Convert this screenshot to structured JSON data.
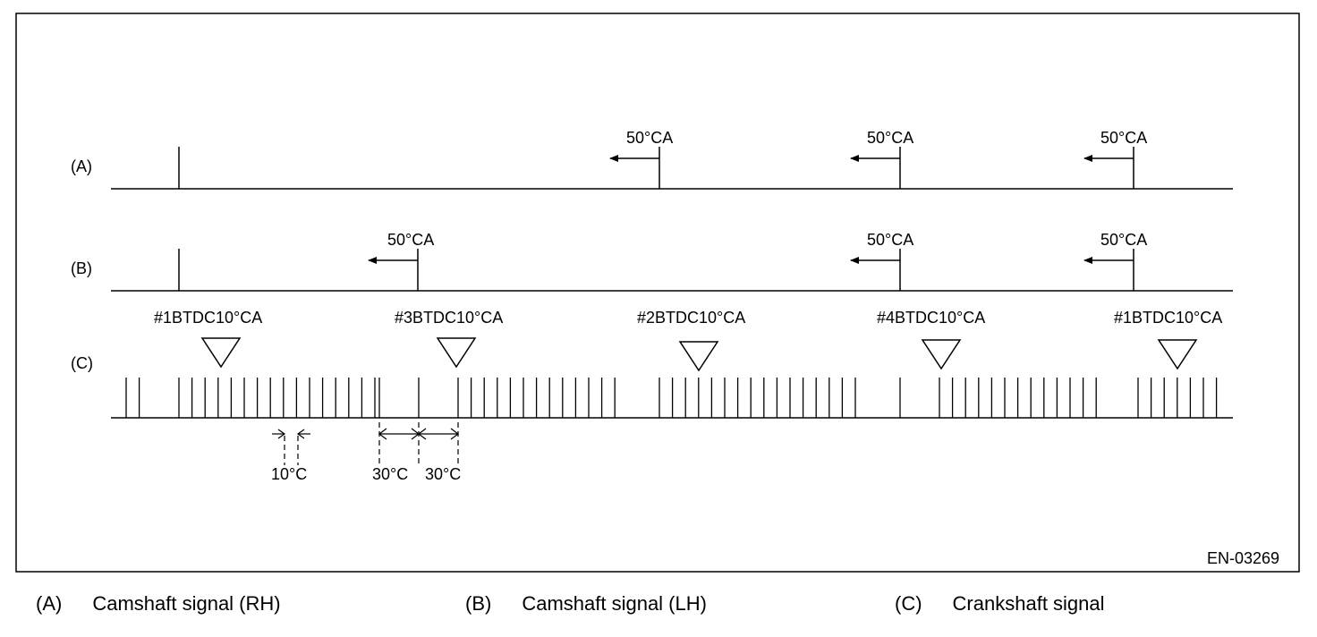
{
  "diagram": {
    "rows": [
      {
        "key": "A",
        "label": "(A)",
        "pulses": [
          {
            "marker": false
          },
          {
            "marker": true,
            "annotation": "50°CA"
          },
          {
            "marker": true,
            "annotation": "50°CA"
          },
          {
            "marker": true,
            "annotation": "50°CA"
          }
        ]
      },
      {
        "key": "B",
        "label": "(B)",
        "pulses": [
          {
            "marker": false
          },
          {
            "marker": true,
            "annotation": "50°CA"
          },
          {
            "marker": true,
            "annotation": "50°CA"
          },
          {
            "marker": true,
            "annotation": "50°CA"
          }
        ]
      },
      {
        "key": "C",
        "label": "(C)"
      }
    ],
    "tdc_markers": [
      "#1BTDC10°CA",
      "#3BTDC10°CA",
      "#2BTDC10°CA",
      "#4BTDC10°CA",
      "#1BTDC10°CA"
    ],
    "dimensions": [
      {
        "label": "10°C"
      },
      {
        "label": "30°C"
      },
      {
        "label": "30°C"
      }
    ],
    "reference_code": "EN-03269"
  },
  "legend": [
    {
      "key": "(A)",
      "text": "Camshaft signal (RH)"
    },
    {
      "key": "(B)",
      "text": "Camshaft signal (LH)"
    },
    {
      "key": "(C)",
      "text": "Crankshaft signal"
    }
  ]
}
